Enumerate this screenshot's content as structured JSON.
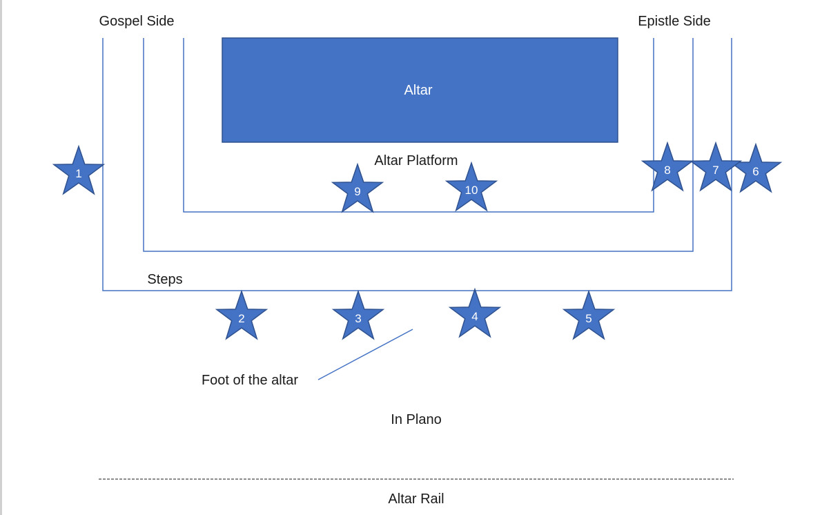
{
  "labels": {
    "gospel_side": "Gospel Side",
    "epistle_side": "Epistle Side",
    "altar": "Altar",
    "altar_platform": "Altar Platform",
    "steps": "Steps",
    "foot_of_altar": "Foot of the altar",
    "in_plano": "In Plano",
    "altar_rail": "Altar Rail"
  },
  "stars": [
    "1",
    "2",
    "3",
    "4",
    "5",
    "6",
    "7",
    "8",
    "9",
    "10"
  ],
  "colors": {
    "star_fill": "#4472C4",
    "star_stroke": "#2F528F",
    "altar_fill": "#4472C4",
    "line": "#4472C4",
    "text": "#1a1a1a"
  }
}
